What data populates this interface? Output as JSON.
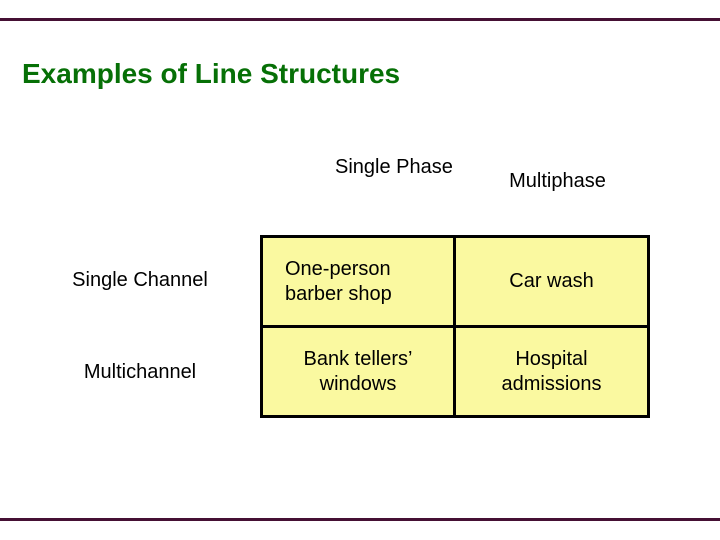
{
  "slide": {
    "title": "Examples of Line Structures",
    "title_color": "#067006",
    "rule_color": "#451034",
    "cell_fill": "#faf9a0",
    "background": "#ffffff"
  },
  "matrix": {
    "corner_label": "",
    "column_headers": [
      {
        "id": "single-phase",
        "line1": "Single",
        "line2": "Phase"
      },
      {
        "id": "multiphase",
        "line1": "Multiphase",
        "line2": ""
      }
    ],
    "row_headers": [
      {
        "id": "single-channel",
        "label": "Single Channel"
      },
      {
        "id": "multichannel",
        "label": "Multichannel"
      }
    ],
    "cells": [
      [
        {
          "id": "single-channel-single-phase",
          "line1": "One-person",
          "line2": "barber shop"
        },
        {
          "id": "single-channel-multiphase",
          "line1": "Car wash",
          "line2": ""
        }
      ],
      [
        {
          "id": "multichannel-single-phase",
          "line1": "Bank tellers’",
          "line2": "windows"
        },
        {
          "id": "multichannel-multiphase",
          "line1": "Hospital",
          "line2": "admissions"
        }
      ]
    ]
  }
}
